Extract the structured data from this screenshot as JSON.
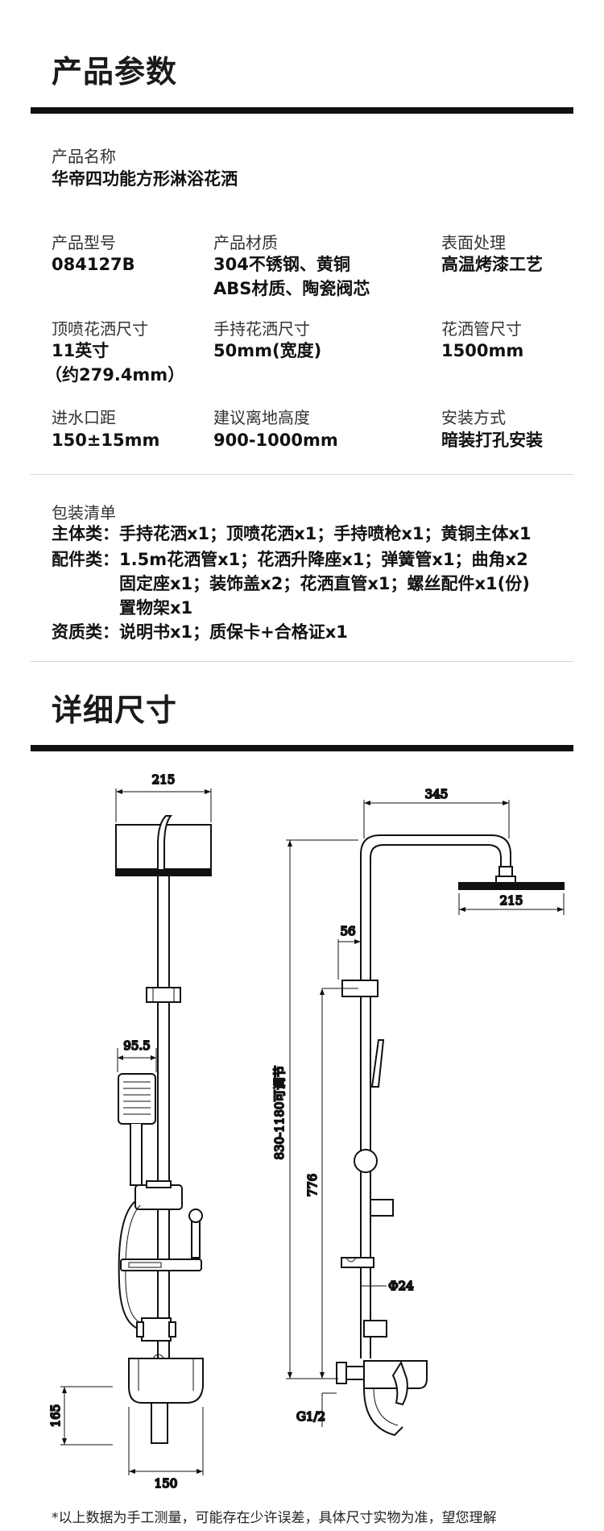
{
  "params": {
    "title": "产品参数",
    "name_label": "产品名称",
    "name_value": "华帝四功能方形淋浴花洒",
    "grid": [
      {
        "label": "产品型号",
        "value": [
          "084127B"
        ]
      },
      {
        "label": "产品材质",
        "value": [
          "304不锈钢、黄铜",
          "ABS材质、陶瓷阀芯"
        ]
      },
      {
        "label": "表面处理",
        "value": [
          "高温烤漆工艺"
        ]
      },
      {
        "label": "顶喷花洒尺寸",
        "value": [
          "11英寸",
          "（约279.4mm）"
        ]
      },
      {
        "label": "手持花洒尺寸",
        "value": [
          "50mm(宽度)"
        ]
      },
      {
        "label": "花洒管尺寸",
        "value": [
          "1500mm"
        ]
      },
      {
        "label": "进水口距",
        "value": [
          "150±15mm"
        ]
      },
      {
        "label": "建议离地高度",
        "value": [
          "900-1000mm"
        ]
      },
      {
        "label": "安装方式",
        "value": [
          "暗装打孔安装"
        ]
      }
    ]
  },
  "packing": {
    "label": "包装清单",
    "lines": [
      "主体类：手持花洒x1；顶喷花洒x1；手持喷枪x1；黄铜主体x1",
      "配件类：1.5m花洒管x1；花洒升降座x1；弹簧管x1；曲角x2",
      "　　　　固定座x1；装饰盖x2；花洒直管x1；螺丝配件x1(份)",
      "　　　　置物架x1",
      "资质类：说明书x1；质保卡+合格证x1"
    ]
  },
  "dims": {
    "title": "详细尺寸",
    "front": {
      "top_width": "215",
      "handheld_width": "95.5",
      "inlet_height": "165",
      "inlet_spacing": "150"
    },
    "side": {
      "arm_length": "345",
      "head_width": "215",
      "slider_offset": "56",
      "total_height": "830-1180可调节",
      "slider_height": "776",
      "pipe_diameter": "Φ24",
      "thread": "G1/2"
    }
  },
  "footnote": "*以上数据为手工测量，可能存在少许误差，具体尺寸实物为准，望您理解"
}
